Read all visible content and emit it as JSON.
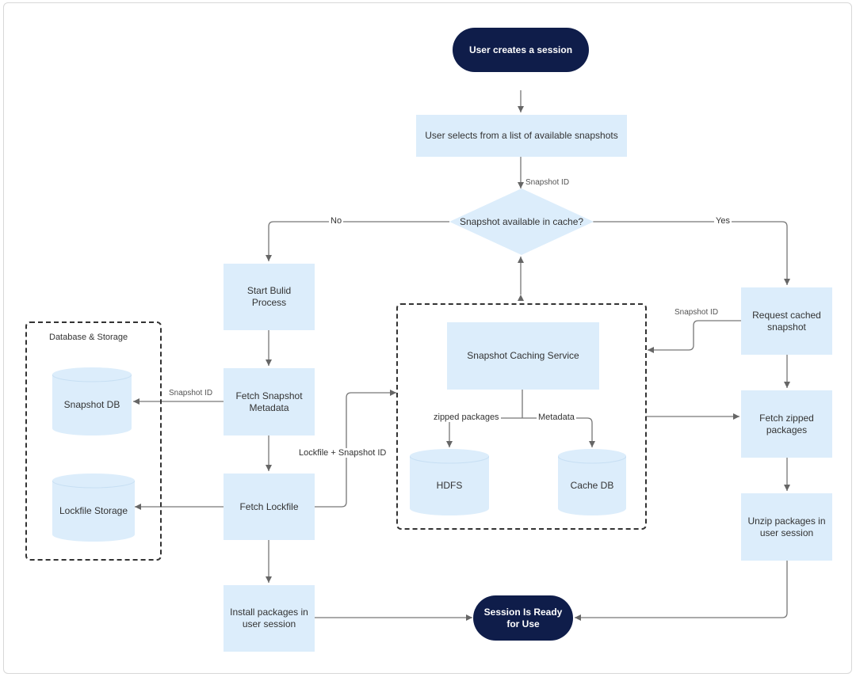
{
  "nodes": {
    "start": "User creates a session",
    "select": "User selects from a list of available snapshots",
    "decision": "Snapshot available in cache?",
    "build": "Start Bulid Process",
    "fetch_meta": "Fetch Snapshot Metadata",
    "fetch_lock": "Fetch Lockfile",
    "install": "Install packages in user session",
    "ready": "Session Is Ready for Use",
    "caching_service": "Snapshot Caching Service",
    "hdfs": "HDFS",
    "cache_db": "Cache DB",
    "request_cached": "Request cached snapshot",
    "fetch_zipped": "Fetch zipped packages",
    "unzip": "Unzip packages in user session",
    "snapshot_db": "Snapshot DB",
    "lockfile_storage": "Lockfile Storage"
  },
  "groups": {
    "db_storage": "Database & Storage"
  },
  "edge_labels": {
    "snapshot_id_top": "Snapshot ID",
    "no": "No",
    "yes": "Yes",
    "snapshot_id_right": "Snapshot ID",
    "snapshot_id_left": "Snapshot ID",
    "lockfile_snapshot": "Lockfile + Snapshot ID",
    "zipped_packages": "zipped packages",
    "metadata": "Metadata"
  },
  "colors": {
    "box": "#dcedfb",
    "pill": "#0f1d4a",
    "line": "#666666"
  }
}
